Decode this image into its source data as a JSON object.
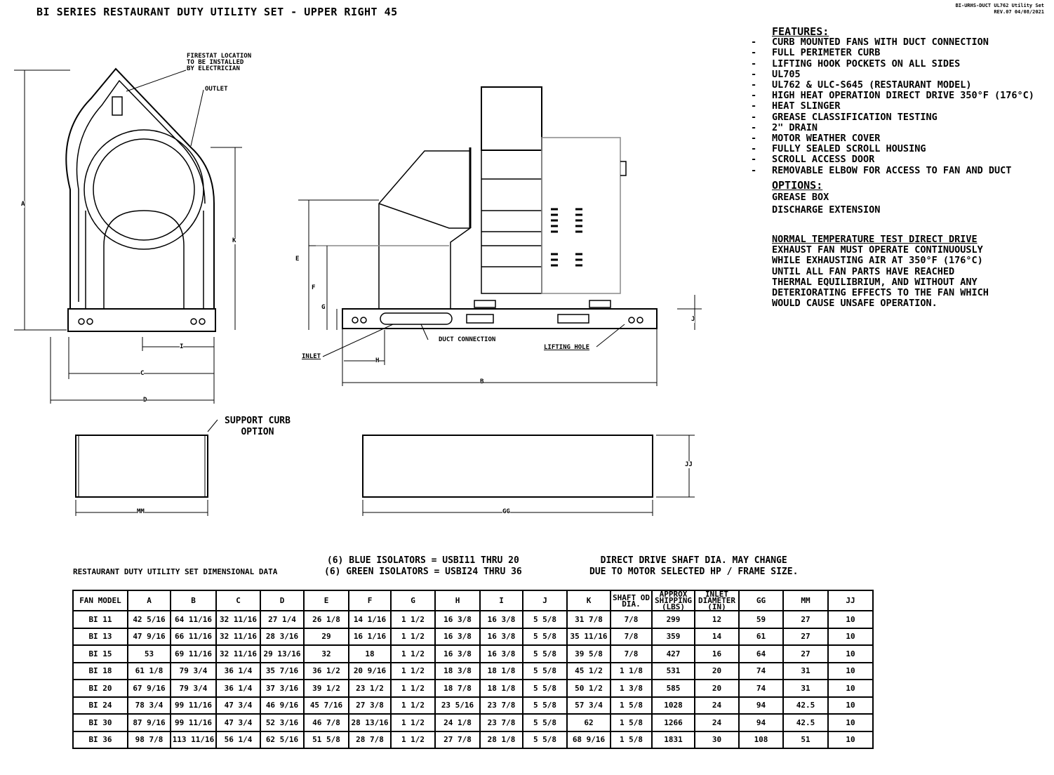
{
  "title": "BI SERIES RESTAURANT DUTY UTILITY SET - UPPER RIGHT 45",
  "revision": {
    "line1": "BI-URHS-DUCT UL762 Utility Set",
    "line2": "REV.07  04/08/2021"
  },
  "features": {
    "heading": "FEATURES:",
    "items": [
      "CURB MOUNTED FANS WITH DUCT CONNECTION",
      "FULL PERIMETER CURB",
      "LIFTING HOOK POCKETS ON ALL SIDES",
      "UL705",
      "UL762 & ULC-S645 (RESTAURANT MODEL)",
      "HIGH HEAT OPERATION DIRECT DRIVE 350°F (176°C)",
      "HEAT SLINGER",
      "GREASE CLASSIFICATION TESTING",
      "2\" DRAIN",
      "MOTOR WEATHER COVER",
      "FULLY SEALED SCROLL HOUSING",
      "SCROLL ACCESS DOOR",
      "REMOVABLE ELBOW FOR ACCESS TO FAN AND DUCT"
    ]
  },
  "options": {
    "heading": "OPTIONS:",
    "items": [
      "GREASE BOX",
      "DISCHARGE EXTENSION"
    ]
  },
  "test_note": {
    "heading": "NORMAL TEMPERATURE TEST DIRECT DRIVE",
    "lines": [
      "EXHAUST FAN MUST OPERATE CONTINUOUSLY",
      "WHILE EXHAUSTING AIR AT 350°F (176°C)",
      "UNTIL ALL FAN PARTS HAVE REACHED",
      "THERMAL EQUILIBRIUM, AND WITHOUT ANY",
      "DETERIORATING EFFECTS TO THE FAN WHICH",
      "WOULD CAUSE UNSAFE OPERATION."
    ]
  },
  "callouts": {
    "firestat": [
      "FIRESTAT LOCATION",
      "TO BE INSTALLED",
      "BY ELECTRICIAN"
    ],
    "outlet": "OUTLET",
    "duct_connection": "DUCT CONNECTION",
    "inlet": "INLET",
    "lifting_hole": "LIFTING HOLE",
    "support_curb": [
      "SUPPORT CURB",
      "OPTION"
    ]
  },
  "dims": {
    "A": "A",
    "B": "B",
    "C": "C",
    "D": "D",
    "E": "E",
    "F": "F",
    "G": "G",
    "H": "H",
    "I": "I",
    "J": "J",
    "K": "K",
    "GG": "GG",
    "MM": "MM",
    "JJ": "JJ"
  },
  "table_caption": "RESTAURANT DUTY UTILITY SET DIMENSIONAL DATA",
  "isolators": [
    "(6) BLUE ISOLATORS = USBI11 THRU 20",
    "(6) GREEN ISOLATORS = USBI24 THRU 36"
  ],
  "shaft_note": [
    "DIRECT DRIVE SHAFT DIA. MAY CHANGE",
    "DUE TO MOTOR SELECTED HP / FRAME SIZE."
  ],
  "table": {
    "headers": [
      "FAN MODEL",
      "A",
      "B",
      "C",
      "D",
      "E",
      "F",
      "G",
      "H",
      "I",
      "J",
      "K",
      "SHAFT OD DIA.",
      "APPROX SHIPPING (LBS)",
      "INLET DIAMETER (IN)",
      "GG",
      "MM",
      "JJ"
    ],
    "rows": [
      [
        "BI 11",
        "42 5/16",
        "64 11/16",
        "32 11/16",
        "27 1/4",
        "26 1/8",
        "14 1/16",
        "1 1/2",
        "16 3/8",
        "16 3/8",
        "5 5/8",
        "31 7/8",
        "7/8",
        "299",
        "12",
        "59",
        "27",
        "10"
      ],
      [
        "BI 13",
        "47 9/16",
        "66 11/16",
        "32 11/16",
        "28 3/16",
        "29",
        "16 1/16",
        "1 1/2",
        "16 3/8",
        "16 3/8",
        "5 5/8",
        "35 11/16",
        "7/8",
        "359",
        "14",
        "61",
        "27",
        "10"
      ],
      [
        "BI 15",
        "53",
        "69 11/16",
        "32 11/16",
        "29 13/16",
        "32",
        "18",
        "1 1/2",
        "16 3/8",
        "16 3/8",
        "5 5/8",
        "39 5/8",
        "7/8",
        "427",
        "16",
        "64",
        "27",
        "10"
      ],
      [
        "BI 18",
        "61 1/8",
        "79 3/4",
        "36 1/4",
        "35 7/16",
        "36 1/2",
        "20 9/16",
        "1 1/2",
        "18 3/8",
        "18 1/8",
        "5 5/8",
        "45 1/2",
        "1 1/8",
        "531",
        "20",
        "74",
        "31",
        "10"
      ],
      [
        "BI 20",
        "67 9/16",
        "79 3/4",
        "36 1/4",
        "37 3/16",
        "39 1/2",
        "23 1/2",
        "1 1/2",
        "18 7/8",
        "18 1/8",
        "5 5/8",
        "50 1/2",
        "1 3/8",
        "585",
        "20",
        "74",
        "31",
        "10"
      ],
      [
        "BI 24",
        "78 3/4",
        "99 11/16",
        "47 3/4",
        "46 9/16",
        "45 7/16",
        "27 3/8",
        "1 1/2",
        "23 5/16",
        "23 7/8",
        "5 5/8",
        "57 3/4",
        "1 5/8",
        "1028",
        "24",
        "94",
        "42.5",
        "10"
      ],
      [
        "BI 30",
        "87 9/16",
        "99 11/16",
        "47 3/4",
        "52 3/16",
        "46 7/8",
        "28 13/16",
        "1 1/2",
        "24 1/8",
        "23 7/8",
        "5 5/8",
        "62",
        "1 5/8",
        "1266",
        "24",
        "94",
        "42.5",
        "10"
      ],
      [
        "BI 36",
        "98 7/8",
        "113 11/16",
        "56 1/4",
        "62 5/16",
        "51 5/8",
        "28 7/8",
        "1 1/2",
        "27 7/8",
        "28 1/8",
        "5 5/8",
        "68 9/16",
        "1 5/8",
        "1831",
        "30",
        "108",
        "51",
        "10"
      ]
    ]
  }
}
